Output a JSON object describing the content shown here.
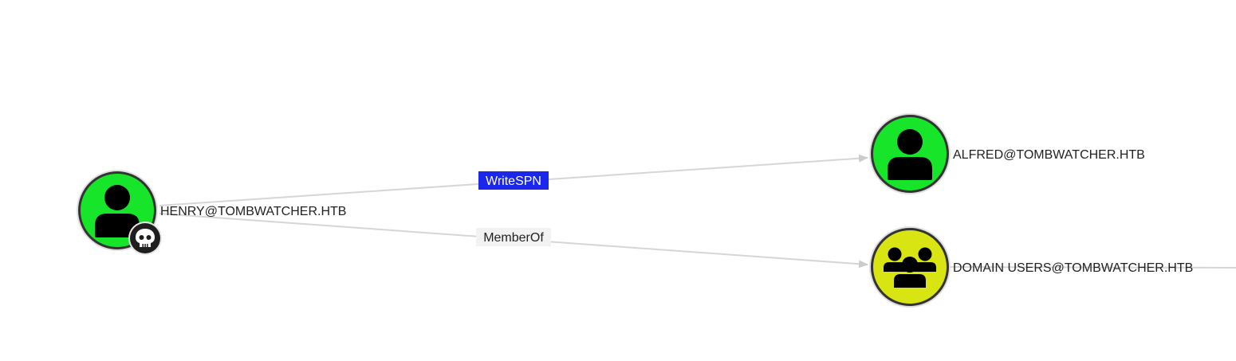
{
  "colors": {
    "user_node": "#16e52a",
    "group_node": "#d9e512",
    "node_ring": "#333333",
    "edge": "#d6d6d6",
    "highlight_edge_bg": "#1c27ec",
    "highlight_edge_text": "#ffffff",
    "edge_label_bg": "#f2f2f2",
    "edge_label_text": "#222222",
    "badge_bg": "#1f1f1f"
  },
  "nodes": {
    "henry": {
      "label": "HENRY@TOMBWATCHER.HTB",
      "kind": "user",
      "icon": "user-icon",
      "badge": "skull-icon"
    },
    "alfred": {
      "label": "ALFRED@TOMBWATCHER.HTB",
      "kind": "user",
      "icon": "user-icon"
    },
    "domain_users": {
      "label": "DOMAIN USERS@TOMBWATCHER.HTB",
      "kind": "group",
      "icon": "group-icon"
    }
  },
  "edges": {
    "writespn": {
      "label": "WriteSPN",
      "from": "henry",
      "to": "alfred",
      "highlighted": true
    },
    "memberof": {
      "label": "MemberOf",
      "from": "henry",
      "to": "domain_users",
      "highlighted": false
    }
  }
}
